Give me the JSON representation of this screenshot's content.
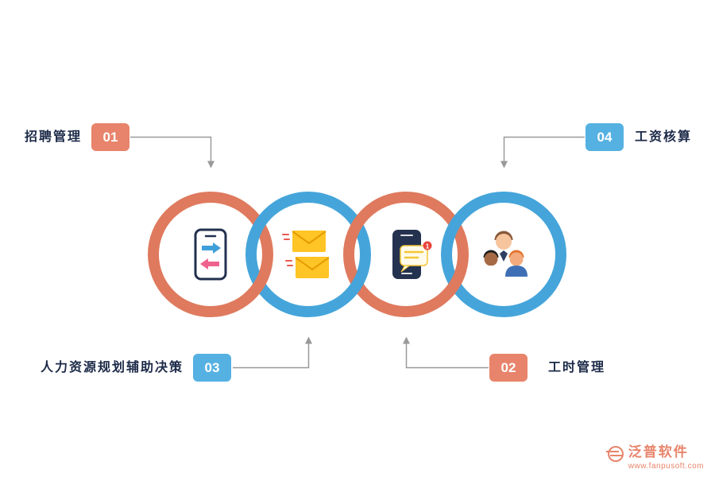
{
  "diagram": {
    "callouts": [
      {
        "number": "01",
        "label": "招聘管理",
        "position": "top-left",
        "badge_color": "#E8846B",
        "target_ring": "ring-1"
      },
      {
        "number": "04",
        "label": "工资核算",
        "position": "top-right",
        "badge_color": "#55B1E2",
        "target_ring": "ring-4"
      },
      {
        "number": "03",
        "label": "人力资源规划辅助决策",
        "position": "bottom-left",
        "badge_color": "#55B1E2",
        "target_ring": "ring-2"
      },
      {
        "number": "02",
        "label": "工时管理",
        "position": "bottom-right",
        "badge_color": "#E8846B",
        "target_ring": "ring-3"
      }
    ],
    "rings": [
      {
        "id": "ring-1",
        "color": "#DF7A5E",
        "icon": "phone-transfer-icon"
      },
      {
        "id": "ring-2",
        "color": "#45A5DA",
        "icon": "mail-envelopes-icon"
      },
      {
        "id": "ring-3",
        "color": "#DF7A5E",
        "icon": "phone-chat-icon",
        "notification": "1"
      },
      {
        "id": "ring-4",
        "color": "#45A5DA",
        "icon": "team-people-icon"
      }
    ],
    "connector_color": "#999999",
    "text_color": "#1C2A48"
  },
  "logo": {
    "name": "泛普软件",
    "url": "www.fanpusoft.com",
    "color": "#E8846B"
  }
}
